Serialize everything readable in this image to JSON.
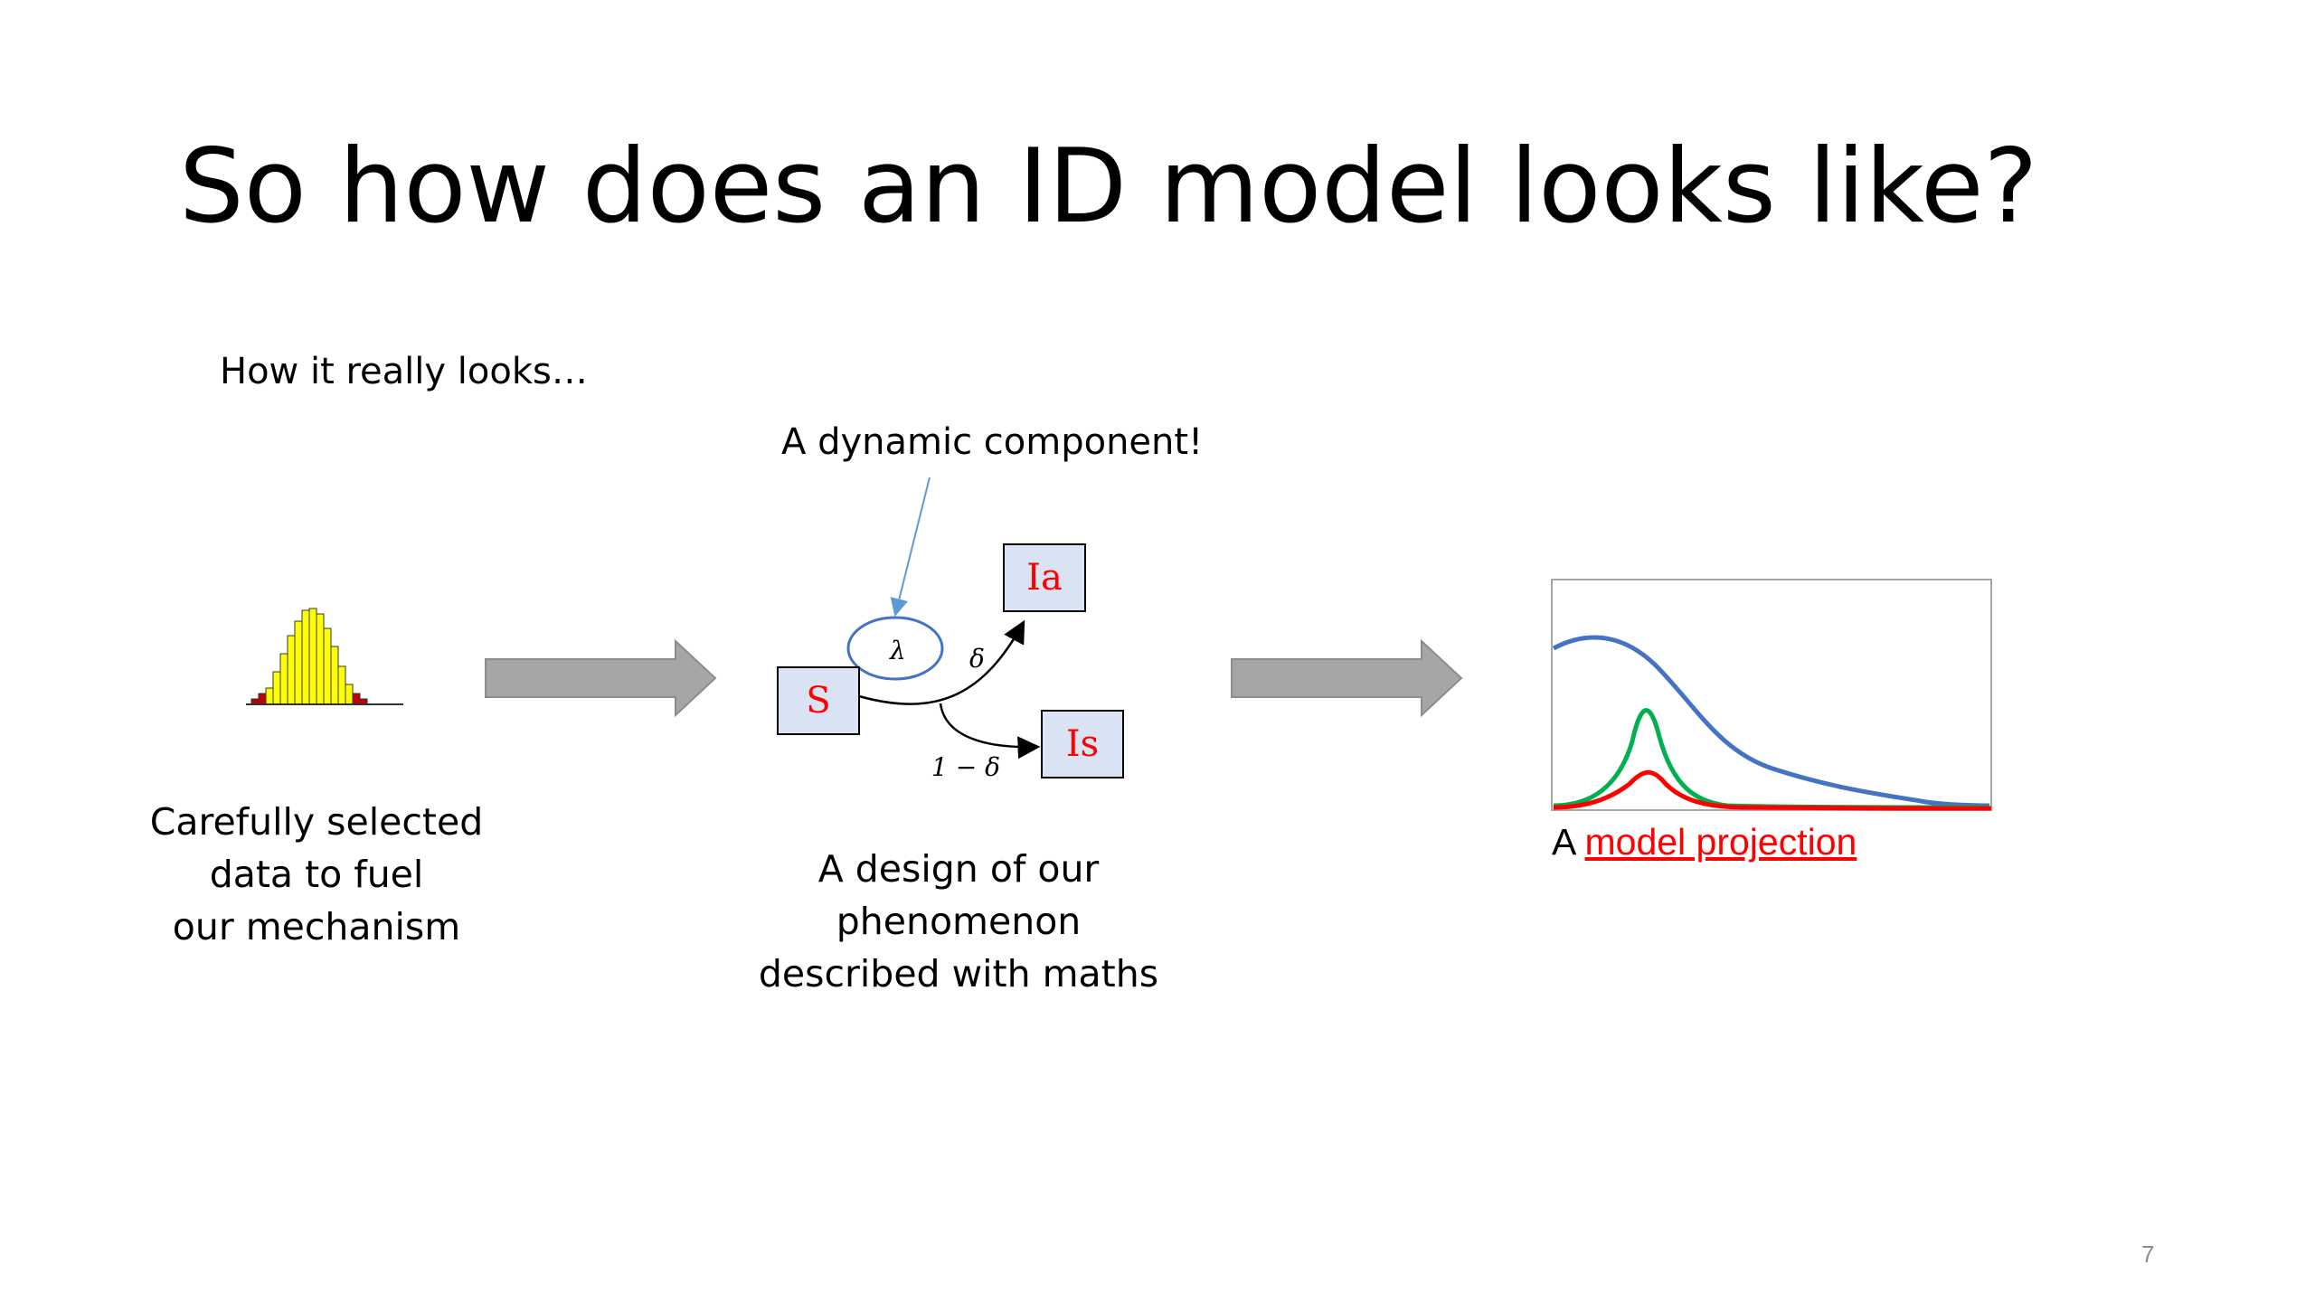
{
  "slide": {
    "title": "So how does an ID model looks like?",
    "subtitle": "How it really looks…",
    "callout": "A dynamic component!",
    "captions": {
      "left": [
        "Carefully selected",
        "data to fuel",
        "our mechanism"
      ],
      "middle": [
        "A design of our",
        "phenomenon",
        "described with maths"
      ],
      "right_prefix": "A ",
      "right_link": "model projection"
    },
    "page_number": "7"
  },
  "diagram": {
    "nodes": {
      "s": "S",
      "ia": "Ia",
      "is": "Is"
    },
    "rate_lambda": "λ",
    "branch_delta": "δ",
    "branch_one_minus_delta": "1 − δ"
  },
  "colors": {
    "node_fill": "#dae3f3",
    "node_text": "#ff0000",
    "arrow_gray": "#a6a6a6",
    "histogram_yellow": "#ffff00",
    "histogram_red": "#c00000",
    "curve_blue": "#4472c4",
    "curve_green": "#00b050",
    "curve_red": "#ff0000",
    "link_red": "#ff0000"
  }
}
